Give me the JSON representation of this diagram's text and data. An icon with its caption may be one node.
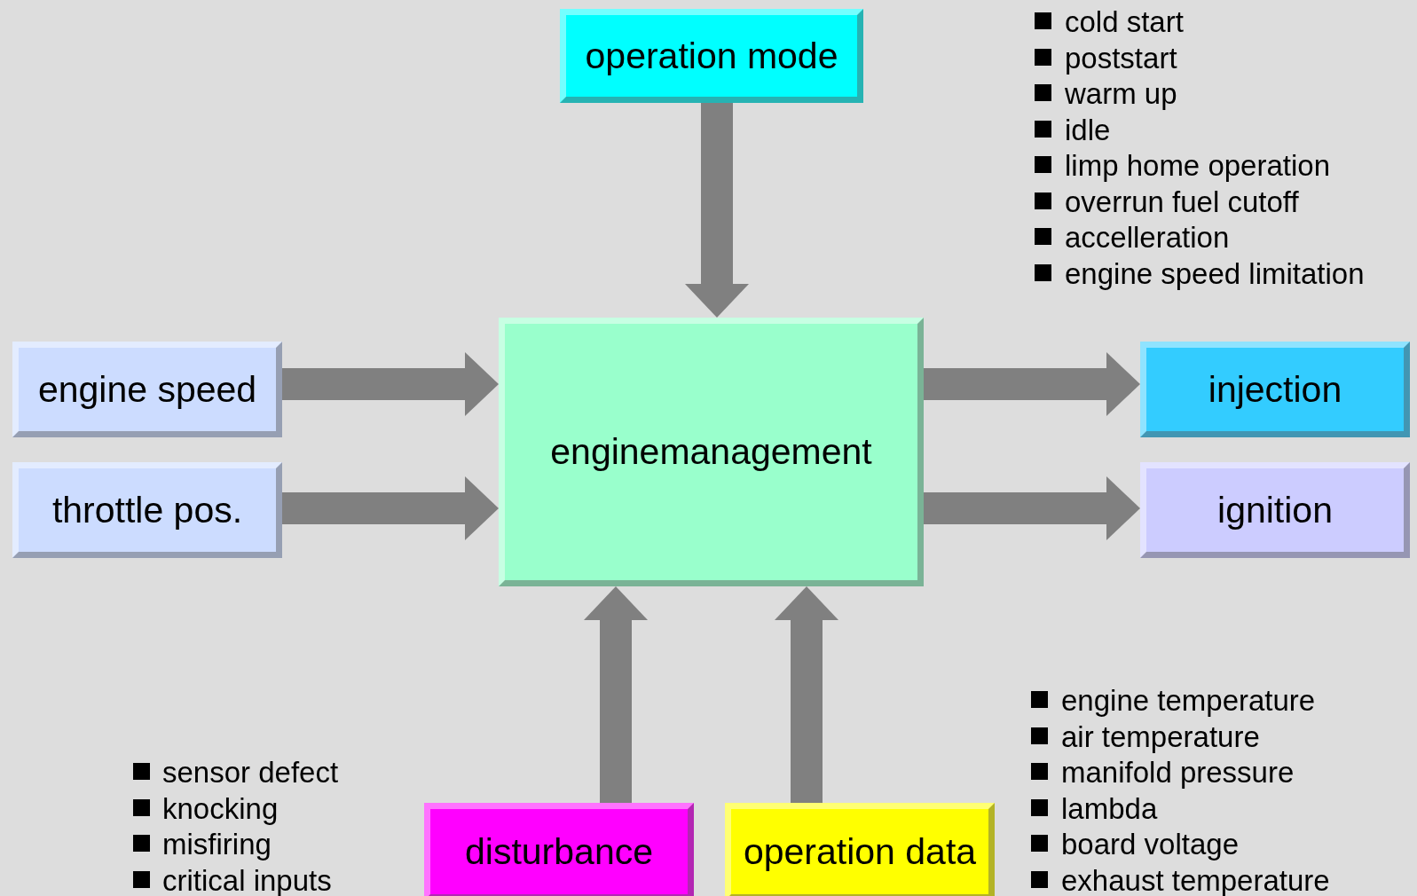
{
  "diagram": {
    "nodes": [
      {
        "text": [
          "operation mode"
        ]
      },
      {
        "text": [
          "engine speed"
        ]
      },
      {
        "text": [
          "throttle pos."
        ]
      },
      {
        "text": [
          "enginemanagement"
        ]
      },
      {
        "text": [
          "injection"
        ]
      },
      {
        "text": [
          "ignition"
        ]
      },
      {
        "text": [
          "disturbance"
        ]
      },
      {
        "text": [
          "operation data"
        ]
      }
    ],
    "edges": [
      {
        "from": 0,
        "to": 3,
        "arrow": "to"
      },
      {
        "from": 1,
        "to": 3,
        "arrow": "to"
      },
      {
        "from": 2,
        "to": 3,
        "arrow": "to"
      },
      {
        "from": 3,
        "to": 4,
        "arrow": "to"
      },
      {
        "from": 3,
        "to": 5,
        "arrow": "to"
      },
      {
        "from": 6,
        "to": 3,
        "arrow": "to"
      },
      {
        "from": 7,
        "to": 3,
        "arrow": "to"
      }
    ],
    "labels": [
      "cold start",
      "poststart",
      "warm up",
      "idle",
      "limp home operation",
      "overrun fuel cutoff",
      "accelleration",
      "engine speed limitation",
      "sensor defect",
      "knocking",
      "misfiring",
      "critical inputs",
      "engine temperature",
      "air temperature",
      "manifold pressure",
      "lambda",
      "board voltage",
      "exhaust temperature"
    ]
  }
}
